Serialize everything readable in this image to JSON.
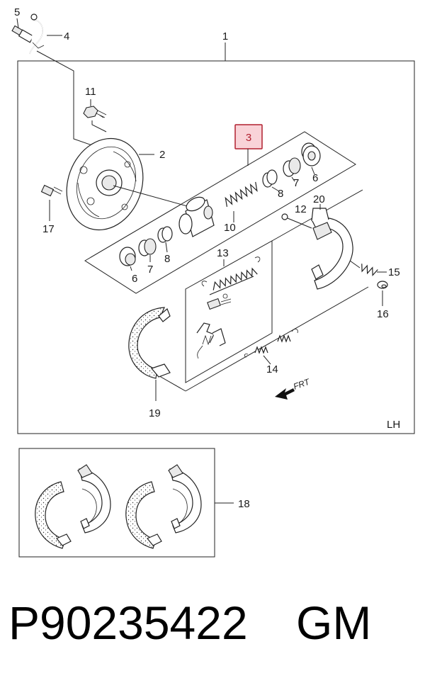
{
  "diagram": {
    "callouts": {
      "c1": "1",
      "c2": "2",
      "c3": "3",
      "c4": "4",
      "c5": "5",
      "c6a": "6",
      "c6b": "6",
      "c7a": "7",
      "c7b": "7",
      "c8a": "8",
      "c8b": "8",
      "c10": "10",
      "c11": "11",
      "c12": "12",
      "c13": "13",
      "c14": "14",
      "c15": "15",
      "c16": "16",
      "c17": "17",
      "c18": "18",
      "c19": "19",
      "c20": "20"
    },
    "highlight_color": "#b1202f",
    "highlight_fill": "#f9d3d8",
    "direction_label": "FRT",
    "side_label": "LH"
  },
  "footer": {
    "part_number": "P90235422",
    "brand": "GM"
  }
}
